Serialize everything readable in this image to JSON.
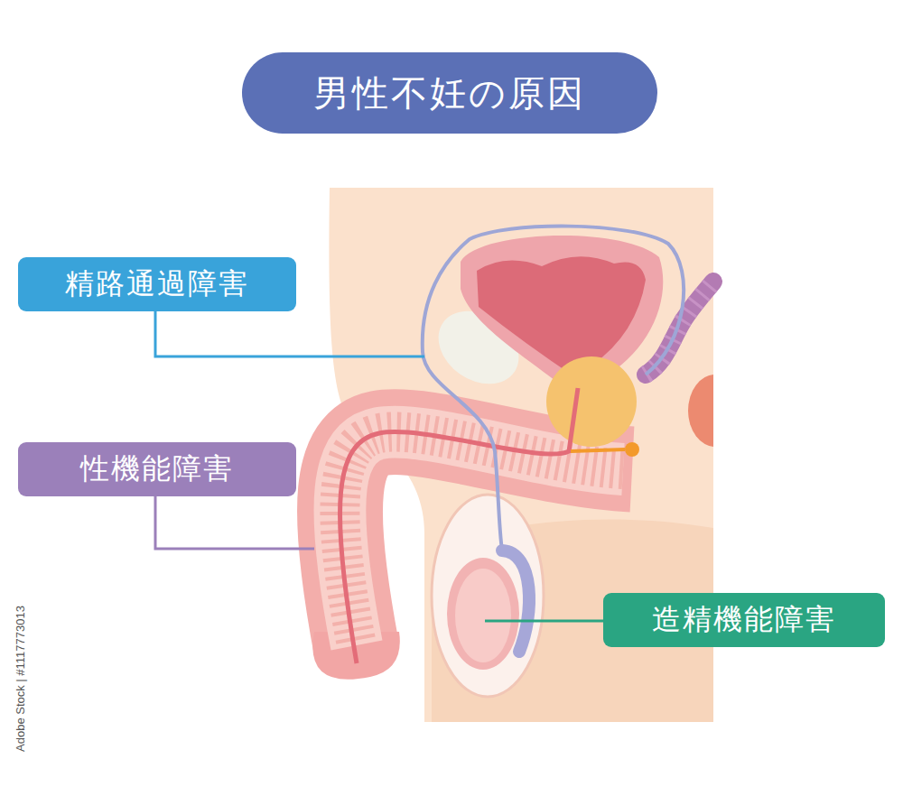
{
  "diagram": {
    "title": "男性不妊の原因",
    "nodes": [
      {
        "text": [
          "精路通過障害"
        ]
      },
      {
        "text": [
          "性機能障害"
        ]
      },
      {
        "text": [
          "造精機能障害"
        ]
      }
    ],
    "labels": [
      "Adobe Stock | #1117773013"
    ]
  }
}
